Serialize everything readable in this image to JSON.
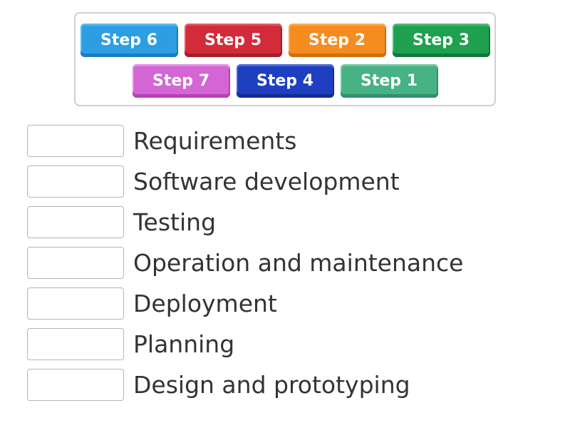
{
  "activity": {
    "type": "match-up"
  },
  "tray": {
    "chips": [
      {
        "label": "Step 6",
        "color": "#2d9ee2",
        "light": "#5ab7ec",
        "dark": "#1a7dc0",
        "row": 1
      },
      {
        "label": "Step 5",
        "color": "#d22b39",
        "light": "#de5864",
        "dark": "#a61e2b",
        "row": 1
      },
      {
        "label": "Step 2",
        "color": "#f68b20",
        "light": "#f8a854",
        "dark": "#d06f0a",
        "row": 1
      },
      {
        "label": "Step 3",
        "color": "#1fa04e",
        "light": "#4db876",
        "dark": "#15773b",
        "row": 1
      },
      {
        "label": "Step 7",
        "color": "#d465d4",
        "light": "#e18fe1",
        "dark": "#b840b8",
        "row": 2
      },
      {
        "label": "Step 4",
        "color": "#1e40c0",
        "light": "#4a67d2",
        "dark": "#142c90",
        "row": 2
      },
      {
        "label": "Step 1",
        "color": "#47b283",
        "light": "#71c5a1",
        "dark": "#32906a",
        "row": 2
      }
    ]
  },
  "matches": {
    "items": [
      {
        "label": "Requirements"
      },
      {
        "label": "Software development"
      },
      {
        "label": "Testing"
      },
      {
        "label": "Operation and maintenance"
      },
      {
        "label": "Deployment"
      },
      {
        "label": "Planning"
      },
      {
        "label": "Design and prototyping"
      }
    ]
  }
}
